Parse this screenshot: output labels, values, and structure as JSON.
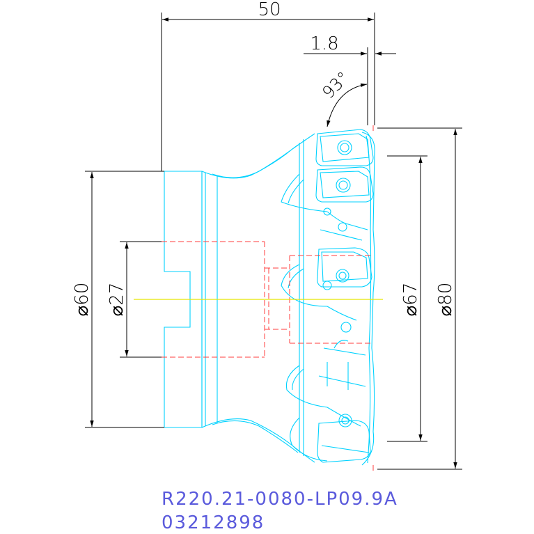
{
  "dimensions": {
    "overall_length": "50",
    "edge_offset": "1.8",
    "entering_angle": "93°",
    "shank_diameter": "⌀60",
    "bore_diameter": "⌀27",
    "inner_cutting_diameter": "⌀67",
    "cutting_diameter": "⌀80"
  },
  "caption": {
    "part_number": "R220.21-0080-LP09.9A",
    "order_code": "03212898"
  },
  "colors": {
    "tool_outline": "#00d2ff",
    "hidden_lines": "#ff3c3c",
    "centerline": "#e6e600",
    "dimension_lines": "#000000",
    "caption_text": "#5a5adc"
  }
}
